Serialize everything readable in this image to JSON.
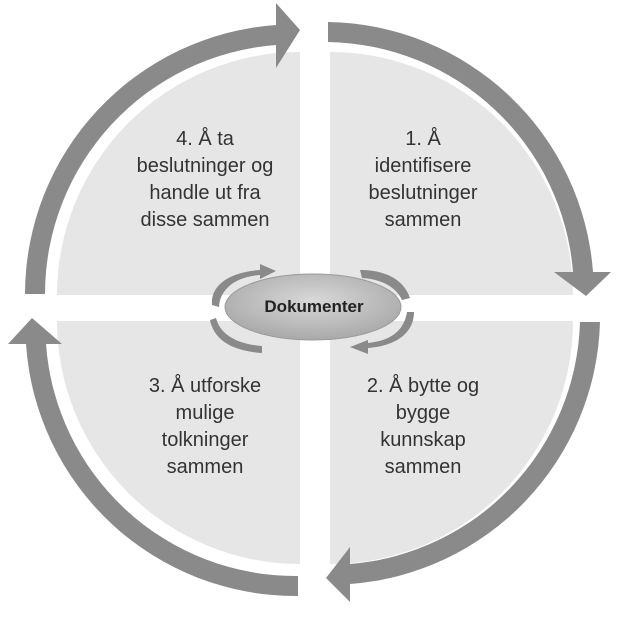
{
  "diagram": {
    "stages": [
      {
        "label": "1. Å\nidentifisere\nbeslutninger\nsammen"
      },
      {
        "label": "2. Å bytte og\nbygge\nkunnskap\nsammen"
      },
      {
        "label": "3. Å utforske\nmulige\ntolkninger\nsammen"
      },
      {
        "label": "4. Å ta\nbeslutninger og\nhandle ut fra\ndisse sammen"
      }
    ],
    "center": {
      "label": "Dokumenter"
    },
    "colors": {
      "quadrant_fill": "#e6e6e6",
      "arrow": "#8a8a8a",
      "center_fill": "#bdbdbd",
      "text": "#333333"
    }
  }
}
